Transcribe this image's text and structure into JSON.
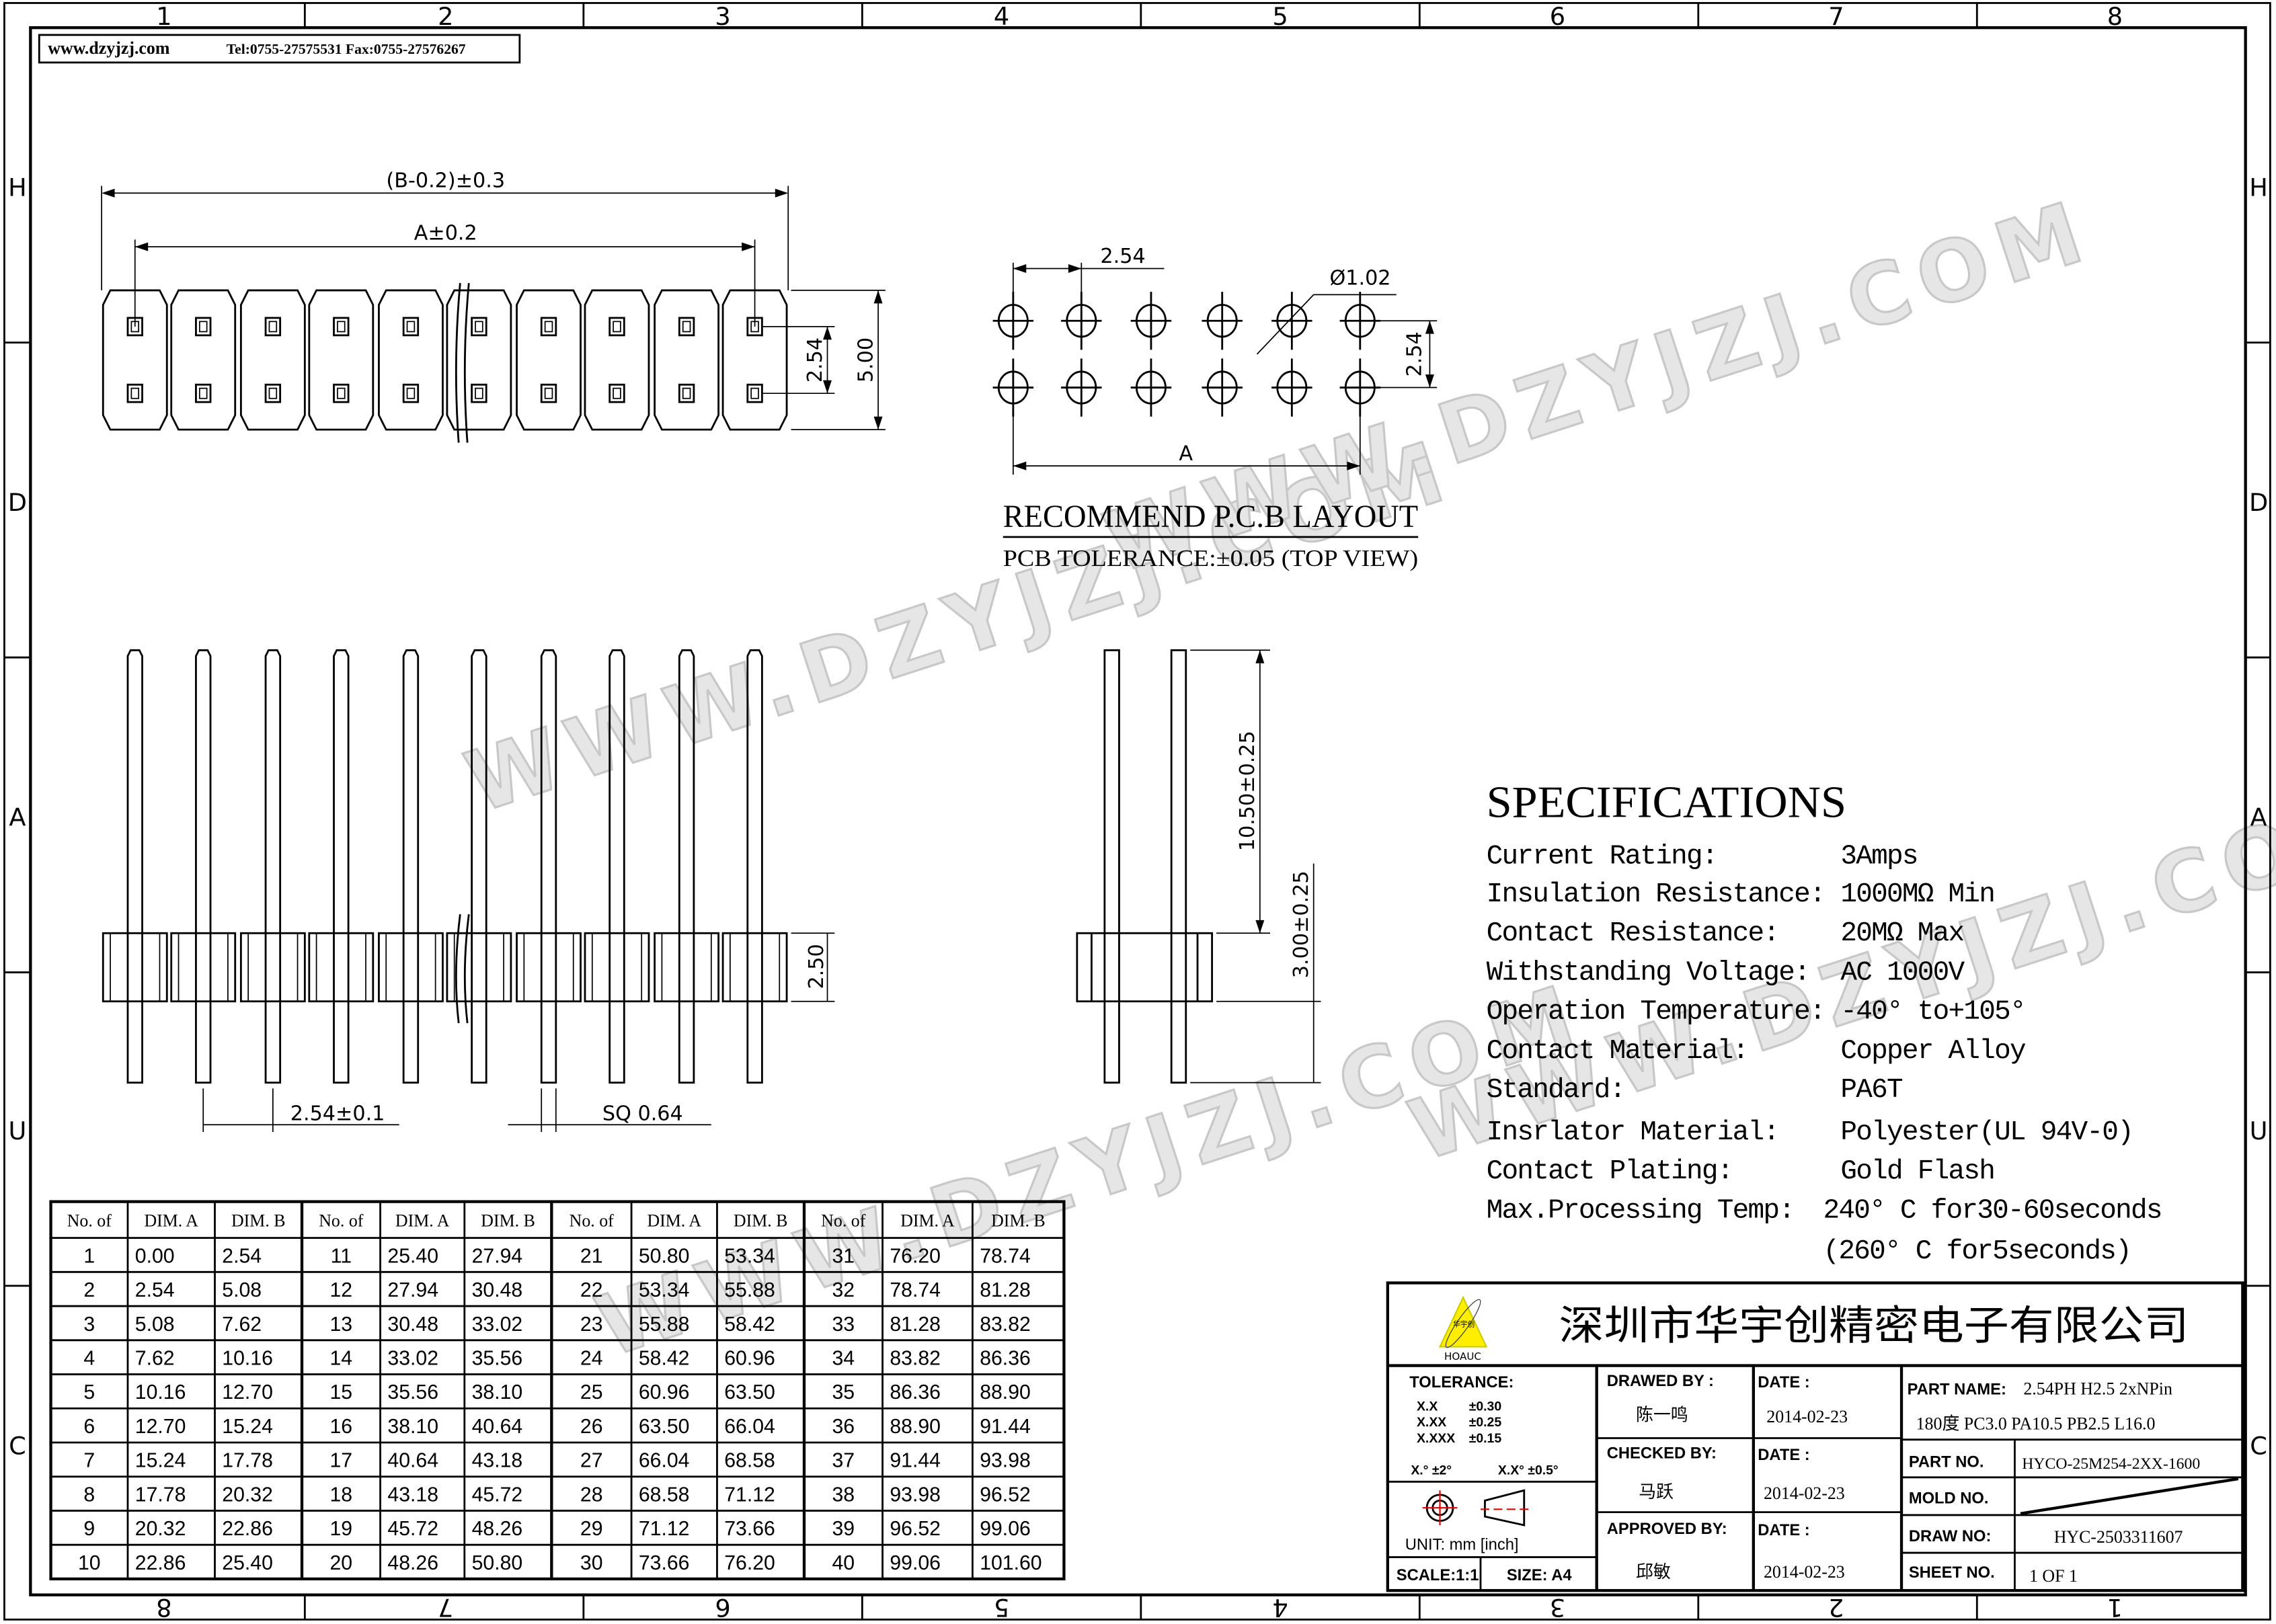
{
  "header_strip": {
    "website": "www.dzyjzj.com",
    "contact": "Tel:0755-27575531  Fax:0755-27576267"
  },
  "zones": {
    "columns_top": [
      "1",
      "2",
      "3",
      "4",
      "5",
      "6",
      "7",
      "8"
    ],
    "columns_bottom": [
      "8",
      "7",
      "6",
      "5",
      "4",
      "3",
      "2",
      "1"
    ],
    "rows": [
      "H",
      "D",
      "A",
      "U",
      "C"
    ]
  },
  "top_view": {
    "overall_dim": "(B-0.2)±0.3",
    "pitch_span_dim": "A±0.2",
    "row_pitch_dim": "2.54",
    "height_dim": "5.00"
  },
  "pcb_layout": {
    "pitch_dim": "2.54",
    "hole_dim": "Ø1.02",
    "row_pitch_dim": "2.54",
    "span_dim": "A",
    "title": "RECOMMEND P.C.B LAYOUT",
    "tolerance": "PCB TOLERANCE:±0.05 (TOP VIEW)"
  },
  "front_view": {
    "body_height_dim": "2.50",
    "pitch_dim": "2.54±0.1",
    "pin_dim": "SQ 0.64"
  },
  "side_view": {
    "upper_pin_dim": "10.50±0.25",
    "lower_pin_dim": "3.00±0.25"
  },
  "specifications": {
    "title": "SPECIFICATIONS",
    "items": [
      {
        "label": "Current Rating:",
        "value": "3Amps"
      },
      {
        "label": "Insulation Resistance:",
        "value": "1000MΩ Min"
      },
      {
        "label": "Contact Resistance:",
        "value": "20MΩ  Max"
      },
      {
        "label": "Withstanding Voltage:",
        "value": "AC 1000V"
      },
      {
        "label": "Operation Temperature:",
        "value": "-40° to+105°"
      },
      {
        "label": "Contact Material:",
        "value": "Copper Alloy"
      },
      {
        "label": "Standard:",
        "value": "PA6T"
      },
      {
        "label": "Insrlator Material:",
        "value": "Polyester(UL 94V-0)"
      },
      {
        "label": "Contact Plating:",
        "value": "Gold Flash"
      },
      {
        "label": "Max.Processing Temp:",
        "value": "240° C for30-60seconds"
      },
      {
        "label": "",
        "value": "(260° C for5seconds)"
      }
    ]
  },
  "dim_table": {
    "headers": [
      "No. of",
      "DIM. A",
      "DIM. B"
    ],
    "rows": [
      [
        "1",
        "0.00",
        "2.54"
      ],
      [
        "2",
        "2.54",
        "5.08"
      ],
      [
        "3",
        "5.08",
        "7.62"
      ],
      [
        "4",
        "7.62",
        "10.16"
      ],
      [
        "5",
        "10.16",
        "12.70"
      ],
      [
        "6",
        "12.70",
        "15.24"
      ],
      [
        "7",
        "15.24",
        "17.78"
      ],
      [
        "8",
        "17.78",
        "20.32"
      ],
      [
        "9",
        "20.32",
        "22.86"
      ],
      [
        "10",
        "22.86",
        "25.40"
      ],
      [
        "11",
        "25.40",
        "27.94"
      ],
      [
        "12",
        "27.94",
        "30.48"
      ],
      [
        "13",
        "30.48",
        "33.02"
      ],
      [
        "14",
        "33.02",
        "35.56"
      ],
      [
        "15",
        "35.56",
        "38.10"
      ],
      [
        "16",
        "38.10",
        "40.64"
      ],
      [
        "17",
        "40.64",
        "43.18"
      ],
      [
        "18",
        "43.18",
        "45.72"
      ],
      [
        "19",
        "45.72",
        "48.26"
      ],
      [
        "20",
        "48.26",
        "50.80"
      ],
      [
        "21",
        "50.80",
        "53.34"
      ],
      [
        "22",
        "53.34",
        "55.88"
      ],
      [
        "23",
        "55.88",
        "58.42"
      ],
      [
        "24",
        "58.42",
        "60.96"
      ],
      [
        "25",
        "60.96",
        "63.50"
      ],
      [
        "26",
        "63.50",
        "66.04"
      ],
      [
        "27",
        "66.04",
        "68.58"
      ],
      [
        "28",
        "68.58",
        "71.12"
      ],
      [
        "29",
        "71.12",
        "73.66"
      ],
      [
        "30",
        "73.66",
        "76.20"
      ],
      [
        "31",
        "76.20",
        "78.74"
      ],
      [
        "32",
        "78.74",
        "81.28"
      ],
      [
        "33",
        "81.28",
        "83.82"
      ],
      [
        "34",
        "83.82",
        "86.36"
      ],
      [
        "35",
        "86.36",
        "88.90"
      ],
      [
        "36",
        "88.90",
        "91.44"
      ],
      [
        "37",
        "91.44",
        "93.98"
      ],
      [
        "38",
        "93.98",
        "96.52"
      ],
      [
        "39",
        "96.52",
        "99.06"
      ],
      [
        "40",
        "99.06",
        "101.60"
      ]
    ]
  },
  "title_block": {
    "logo_text": "华宇创",
    "logo_brand": "HOAUC",
    "company": "深圳市华宇创精密电子有限公司",
    "tolerance_label": "TOLERANCE:",
    "tolerances": [
      [
        "X.X",
        "±0.30"
      ],
      [
        "X.XX",
        "±0.25"
      ],
      [
        "X.XXX",
        "±0.15"
      ]
    ],
    "angle_tol_1": "X.°  ±2°",
    "angle_tol_2": "X.X°  ±0.5°",
    "unit": "UNIT:  mm  [inch]",
    "scale": "SCALE:1:1",
    "size": "SIZE:  A4",
    "drawed_by_label": "DRAWED BY :",
    "drawed_by": "陈一鸣",
    "checked_by_label": "CHECKED BY:",
    "checked_by": "马跃",
    "approved_by_label": "APPROVED BY:",
    "approved_by": "邱敏",
    "date_label": "DATE :",
    "drawed_date": "2014-02-23",
    "checked_date": "2014-02-23",
    "approved_date": "2014-02-23",
    "part_name_label": "PART NAME:",
    "part_name_line1": "2.54PH H2.5 2xNPin",
    "part_name_line2": "180度 PC3.0 PA10.5 PB2.5 L16.0",
    "part_no_label": "PART NO.",
    "part_no": "HYCO-25M254-2XX-1600",
    "mold_no_label": "MOLD NO.",
    "draw_no_label": "DRAW NO:",
    "draw_no": "HYC-2503311607",
    "sheet_no_label": "SHEET NO.",
    "sheet_no": "1 OF 1"
  },
  "watermark": "WWW.DZYJZJ.COM",
  "colors": {
    "logo_yellow": "#ffee00",
    "symbol_red": "#e00000",
    "watermark": "#d0d0d0"
  }
}
